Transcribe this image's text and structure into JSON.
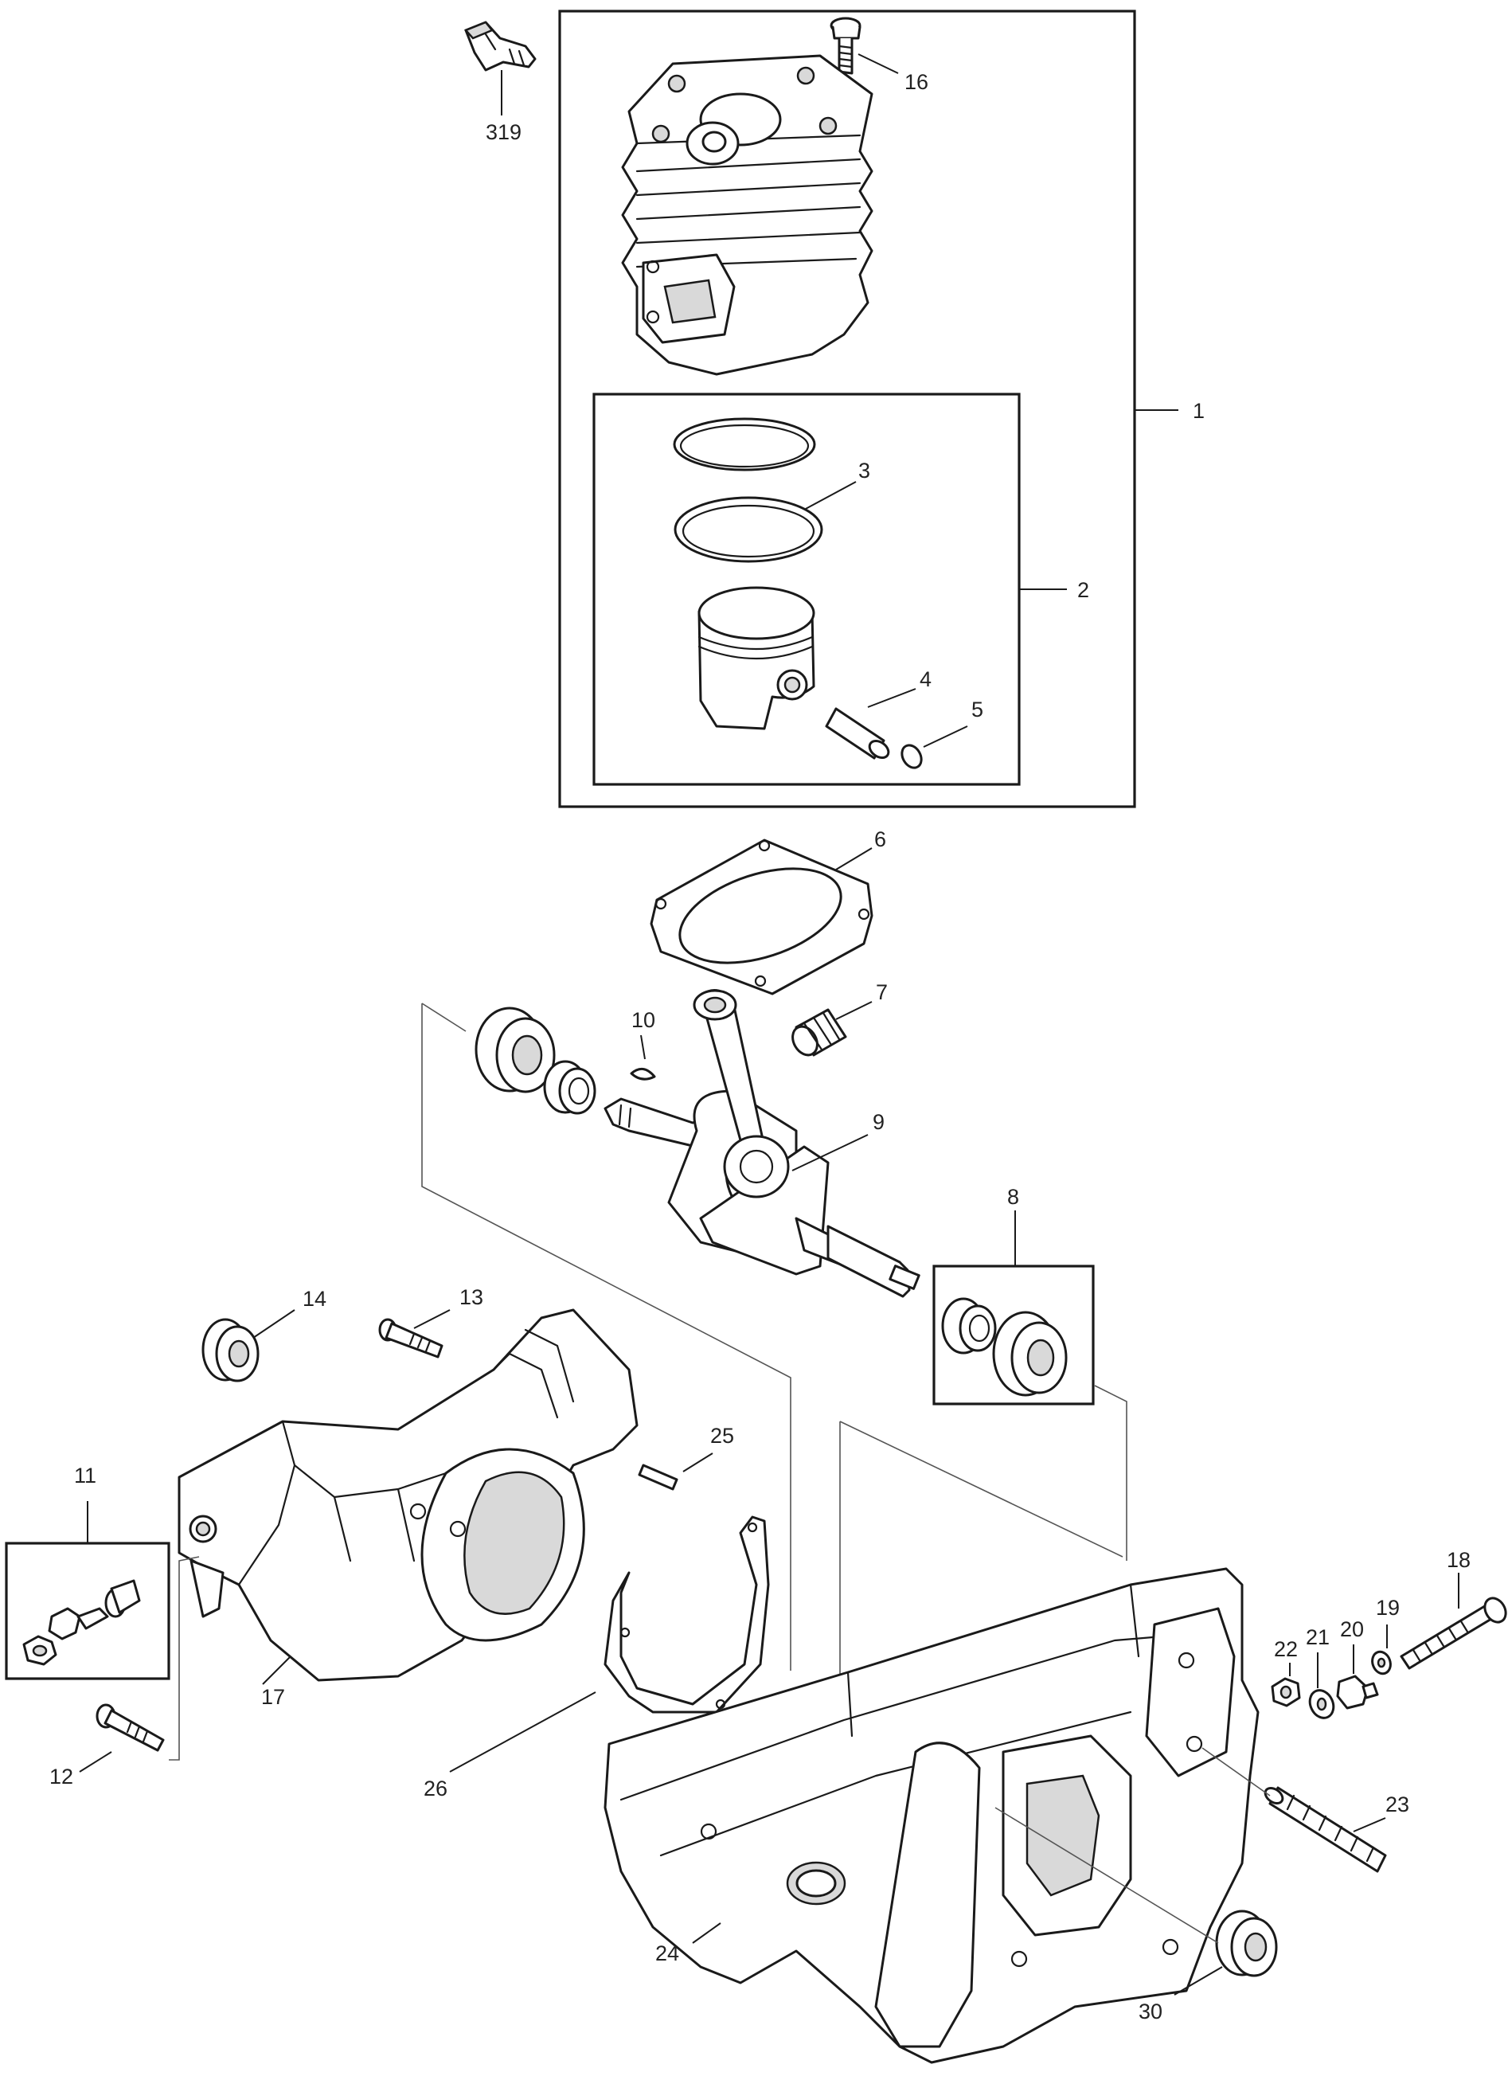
{
  "labels": {
    "p1": "1",
    "p2": "2",
    "p3": "3",
    "p4": "4",
    "p5": "5",
    "p6": "6",
    "p7": "7",
    "p8": "8",
    "p9": "9",
    "p10": "10",
    "p11": "11",
    "p12": "12",
    "p13": "13",
    "p14": "14",
    "p16": "16",
    "p17": "17",
    "p18": "18",
    "p19": "19",
    "p20": "20",
    "p21": "21",
    "p22": "22",
    "p23": "23",
    "p24": "24",
    "p25": "25",
    "p26": "26",
    "p30": "30",
    "p319": "319"
  },
  "colors": {
    "line": "#1a1a1a",
    "fill": "#ffffff",
    "shade": "#d9d9d9",
    "guide": "#555555"
  }
}
